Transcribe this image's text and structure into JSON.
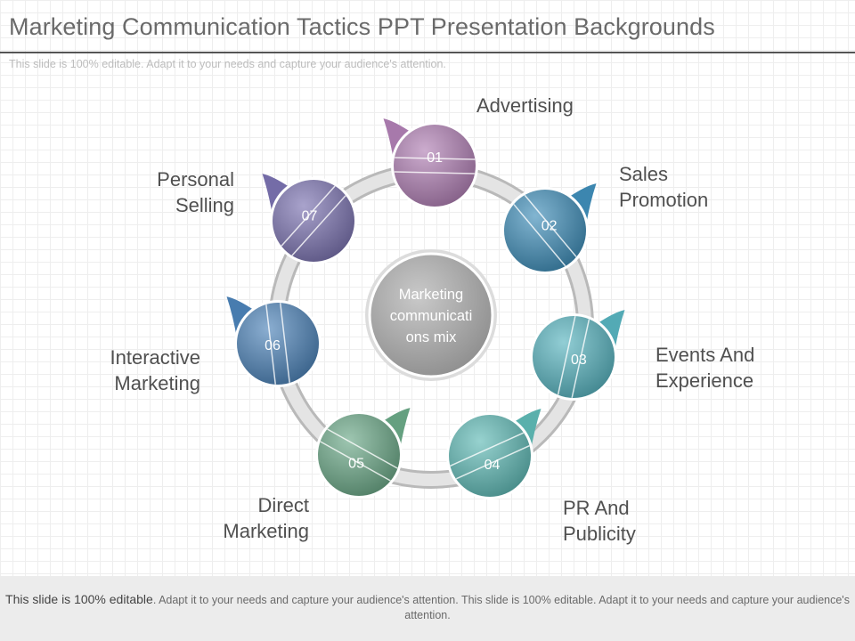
{
  "slide": {
    "title": "Marketing Communication Tactics PPT Presentation Backgrounds",
    "subtitle": "This slide is 100% editable. Adapt it to your needs and capture your audience's attention."
  },
  "center": {
    "lines": [
      "Marketing",
      "communicati",
      "ons mix"
    ]
  },
  "nodes": [
    {
      "number": "01",
      "label_lines": [
        "Advertising"
      ],
      "color": "#b07fb4"
    },
    {
      "number": "02",
      "label_lines": [
        "Sales",
        "Promotion"
      ],
      "color": "#3f8db8"
    },
    {
      "number": "03",
      "label_lines": [
        "Events And",
        "Experience"
      ],
      "color": "#57b3be"
    },
    {
      "number": "04",
      "label_lines": [
        "PR And",
        "Publicity"
      ],
      "color": "#5fb9b5"
    },
    {
      "number": "05",
      "label_lines": [
        "Direct",
        "Marketing"
      ],
      "color": "#6aa887"
    },
    {
      "number": "06",
      "label_lines": [
        "Interactive",
        "Marketing"
      ],
      "color": "#4c82b8"
    },
    {
      "number": "07",
      "label_lines": [
        "Personal",
        "Selling"
      ],
      "color": "#7a72b0"
    }
  ],
  "footer": {
    "lead": "This slide is 100% editable",
    "rest": ". Adapt it to your needs and capture your audience's attention. This slide is 100% editable. Adapt it to your needs and capture your audience's attention."
  }
}
